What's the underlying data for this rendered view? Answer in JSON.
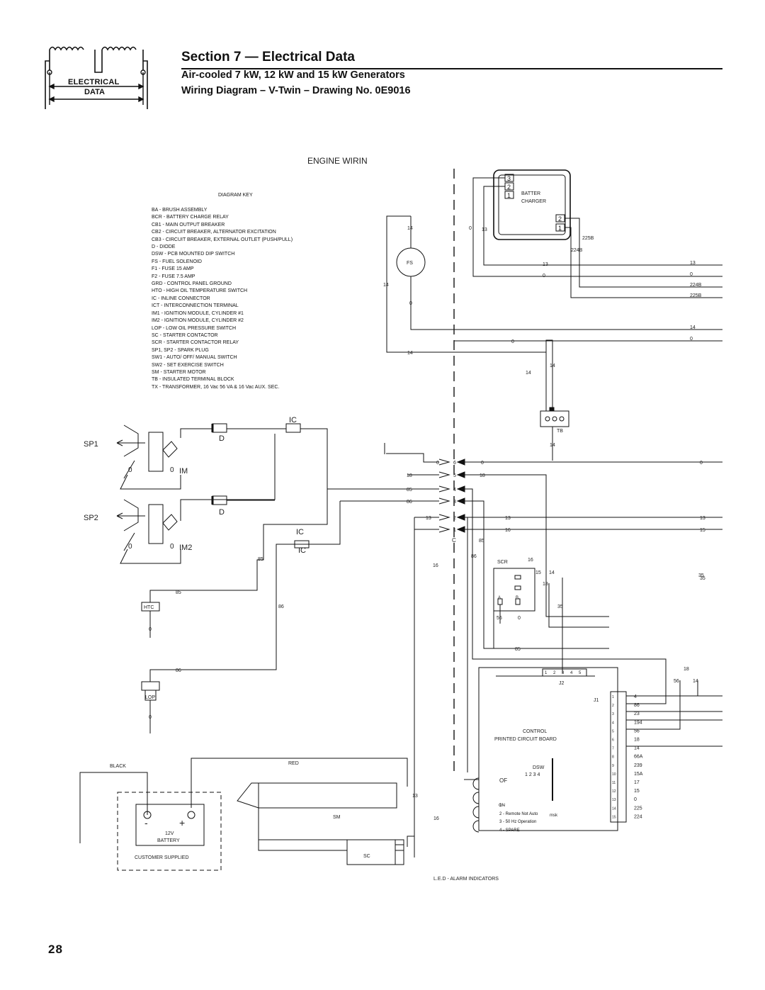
{
  "header": {
    "section_title": "Section 7 — Electrical Data",
    "subtitle_1": "Air-cooled 7 kW, 12 kW and 15 kW Generators",
    "subtitle_2": "Wiring Diagram – V-Twin – Drawing No. 0E9016",
    "logo_line_1": "ELECTRICAL",
    "logo_line_2": "DATA"
  },
  "diagram": {
    "title": "ENGINE WIRIN",
    "key_title": "DIAGRAM KEY",
    "key_items": [
      "BA - BRUSH ASSEMBLY",
      "BCR - BATTERY CHARGE RELAY",
      "CB1 - MAIN OUTPUT BREAKER",
      "CB2 - CIRCUIT BREAKER, ALTERNATOR EXCITATION",
      "CB3 - CIRCUIT BREAKER, EXTERNAL OUTLET (PUSH/PULL)",
      "D - DIODE",
      "DSW - PCB MOUNTED DIP SWITCH",
      "FS - FUEL SOLENOID",
      "F1 - FUSE 15 AMP",
      "F2 - FUSE 7.5 AMP",
      "GRD - CONTROL PANEL GROUND",
      "HTO - HIGH OIL TEMPERATURE SWITCH",
      "IC - INLINE CONNECTOR",
      "ICT - INTERCONNECTION TERMINAL",
      "IM1 - IGNITION MODULE, CYLINDER #1",
      "IM2 - IGNITION MODULE, CYLINDER #2",
      "LOP - LOW OIL PRESSURE SWITCH",
      "SC - STARTER CONTACTOR",
      "SCR - STARTER CONTACTOR RELAY",
      "SP1, SP2 - SPARK PLUG",
      "SW1 - AUTO/ OFF/ MANUAL SWITCH",
      "SW2 - SET EXERCISE SWITCH",
      "SM - STARTER MOTOR",
      "TB - INSULATED TERMINAL BLOCK",
      "TX - TRANSFORMER, 16 Vac 56 VA & 16 Vac AUX. SEC."
    ],
    "components": {
      "sp1": "SP1",
      "sp2": "SP2",
      "im1": "IM",
      "im2": "IM2",
      "d": "D",
      "ic": "IC",
      "fs": "FS",
      "tb": "TB",
      "htc": "HTC",
      "lop": "LOP",
      "battery_charger_1": "BATTER",
      "battery_charger_2": "CHARGER",
      "scr": "SCR",
      "sm": "SM",
      "sc": "SC",
      "battery_volt": "12V",
      "battery_label": "BATTERY",
      "customer": "CUSTOMER SUPPLIED",
      "black": "BLACK",
      "red": "RED",
      "control_1": "CONTROL",
      "control_2": "PRINTED CIRCUIT BOARD",
      "j1": "J1",
      "j2": "J2",
      "dsw": "DSW",
      "dsw_nums": "1  2  3  4",
      "on": "ON",
      "off": "OF",
      "led": "L.E.D - ALARM INDICATORS",
      "c_label": "C",
      "msk": "msk"
    },
    "dip_legend": [
      "1 - ",
      "2 - Remote Not Auto",
      "3 - 50 Hz Operation",
      "4 - SPARE"
    ],
    "connector_pins": [
      "6",
      "5",
      "4",
      "3",
      "2",
      "1"
    ],
    "j2_pins": [
      "1",
      "2",
      "3",
      "4",
      "5"
    ],
    "j1_wires": [
      "4",
      "86",
      "23",
      "194",
      "56",
      "18",
      "14",
      "66A",
      "239",
      "15A",
      "17",
      "15",
      "0",
      "225",
      "224"
    ],
    "right_wires_top": [
      "13",
      "0",
      "224B",
      "225B",
      "14",
      "0"
    ],
    "right_wires_bottom": [
      "0",
      "13",
      "15",
      "35"
    ],
    "wire_labels": {
      "w14": "14",
      "w13": "13",
      "w0": "0",
      "w18": "18",
      "w85": "85",
      "w86": "86",
      "w16": "16",
      "w15": "15",
      "w56": "56",
      "w35": "35",
      "w225": "225B",
      "w224": "224B"
    }
  }
}
